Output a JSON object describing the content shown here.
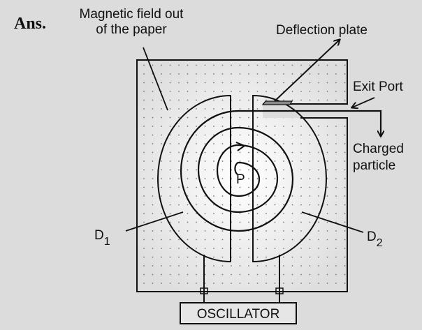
{
  "heading": "Ans.",
  "labels": {
    "magnetic_field_line1": "Magnetic field out",
    "magnetic_field_line2": "of the paper",
    "deflection_plate": "Deflection plate",
    "exit_port": "Exit Port",
    "charged_particle_line1": "Charged",
    "charged_particle_line2": "particle",
    "source": "P",
    "dee1": "D",
    "dee1_sub": "1",
    "dee2": "D",
    "dee2_sub": "2",
    "oscillator": "OSCILLATOR"
  },
  "colors": {
    "background": "#dcdcdc",
    "line": "#111111",
    "plate": "#888888"
  }
}
